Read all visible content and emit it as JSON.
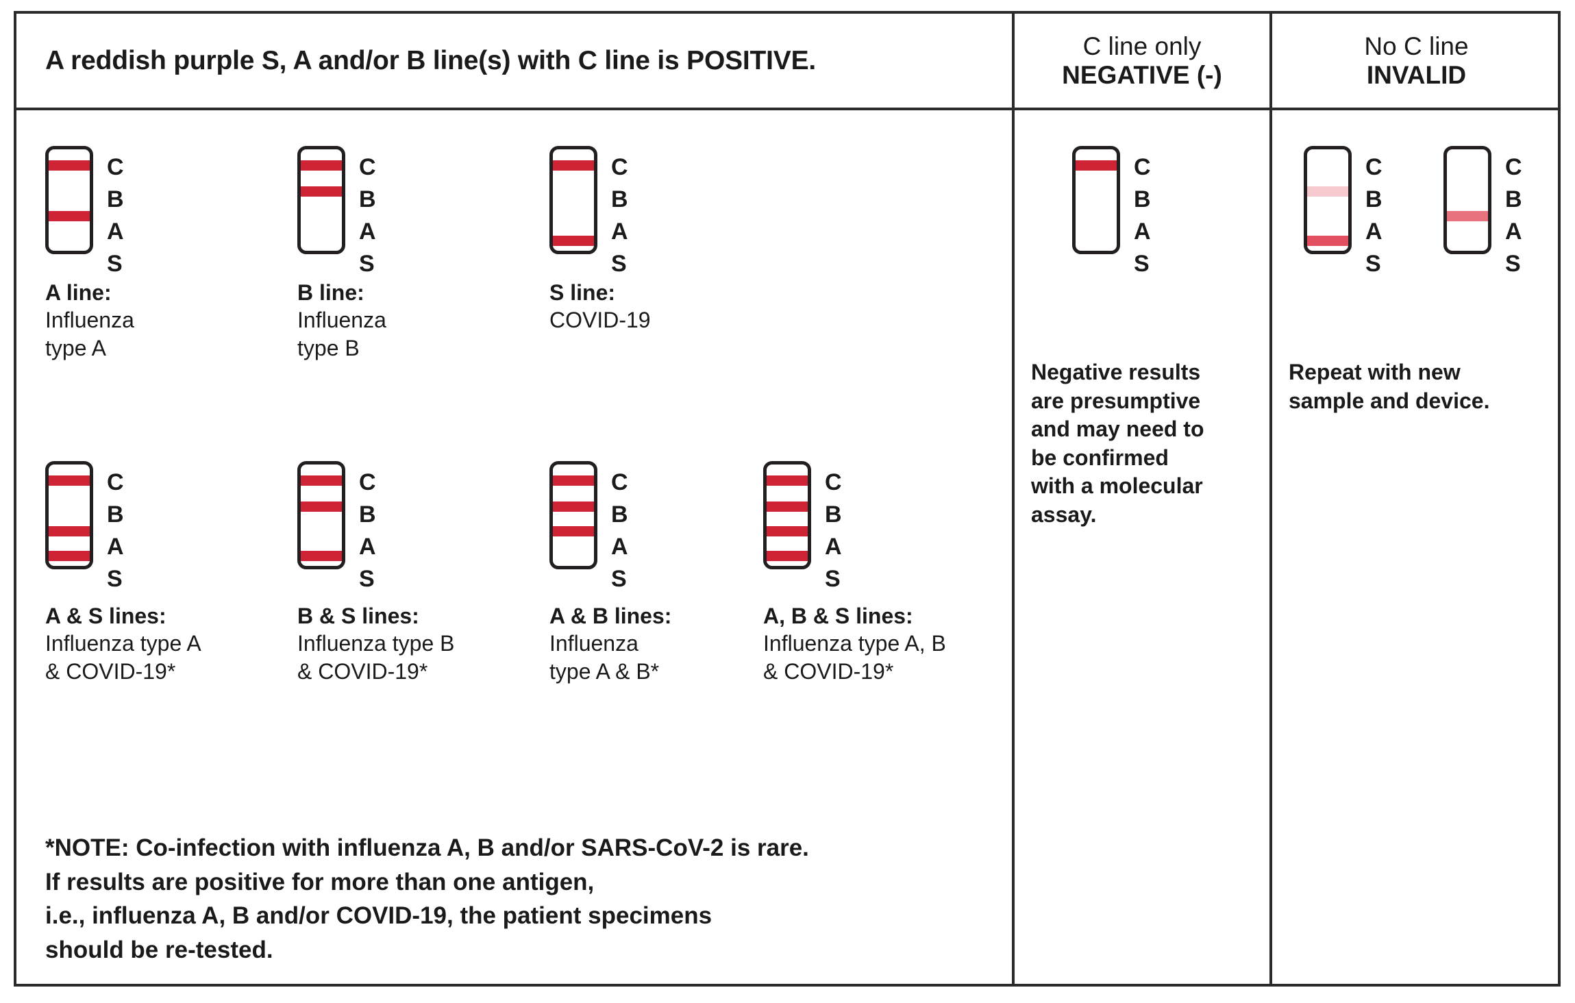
{
  "header": {
    "positive": {
      "title": "A reddish purple S, A and/or B line(s) with C line is POSITIVE."
    },
    "negative": {
      "line1": "C line only",
      "line2": "NEGATIVE (-)"
    },
    "invalid": {
      "line1": "No C line",
      "line2": "INVALID"
    }
  },
  "strip_labels": {
    "c": "C",
    "b": "B",
    "a": "A",
    "s": "S"
  },
  "colors": {
    "line_red": "#ce2436",
    "faint_pink": "#f6c9ce",
    "mid_pink": "#e8737f",
    "outline": "#231f20"
  },
  "positive_row1": [
    {
      "name": "a-line-strip",
      "bands": [
        "C",
        "A"
      ],
      "title": "A line:",
      "desc_line1": "Influenza",
      "desc_line2": "type A"
    },
    {
      "name": "b-line-strip",
      "bands": [
        "C",
        "B"
      ],
      "title": "B line:",
      "desc_line1": "Influenza",
      "desc_line2": "type B"
    },
    {
      "name": "s-line-strip",
      "bands": [
        "C",
        "S"
      ],
      "title": "S line:",
      "desc_line1": "COVID-19",
      "desc_line2": ""
    }
  ],
  "positive_row2": [
    {
      "name": "a-s-lines-strip",
      "bands": [
        "C",
        "A",
        "S"
      ],
      "title": "A & S lines:",
      "desc_line1": "Influenza type A",
      "desc_line2": "& COVID-19*"
    },
    {
      "name": "b-s-lines-strip",
      "bands": [
        "C",
        "B",
        "S"
      ],
      "title": "B & S lines:",
      "desc_line1": "Influenza type B",
      "desc_line2": "& COVID-19*"
    },
    {
      "name": "a-b-lines-strip",
      "bands": [
        "C",
        "B",
        "A"
      ],
      "title": "A & B lines:",
      "desc_line1": "Influenza",
      "desc_line2": "type A & B*"
    },
    {
      "name": "a-b-s-lines-strip",
      "bands": [
        "C",
        "B",
        "A",
        "S"
      ],
      "title": "A, B & S lines:",
      "desc_line1": "Influenza type A, B",
      "desc_line2": "& COVID-19*"
    }
  ],
  "note": {
    "line1": "*NOTE: Co-infection with influenza A, B and/or SARS-CoV-2 is rare.",
    "line2": "If results are positive for more than one antigen,",
    "line3": "i.e., influenza A, B and/or COVID-19, the patient specimens",
    "line4": "should be re-tested."
  },
  "negative_column": {
    "strip": {
      "name": "negative-strip",
      "bands": [
        "C"
      ]
    },
    "text": {
      "line1": "Negative results",
      "line2": "are presumptive",
      "line3": "and may need to",
      "line4": "be confirmed",
      "line5": "with a molecular",
      "line6": "assay."
    }
  },
  "invalid_column": {
    "strips": [
      {
        "name": "invalid-strip-1",
        "faint_bands": [
          "B"
        ],
        "mid_bands": [
          "S"
        ]
      },
      {
        "name": "invalid-strip-2",
        "faint_bands": [],
        "mid_bands": [
          "A"
        ]
      }
    ],
    "text": {
      "line1": "Repeat with new",
      "line2": "sample and device."
    }
  }
}
